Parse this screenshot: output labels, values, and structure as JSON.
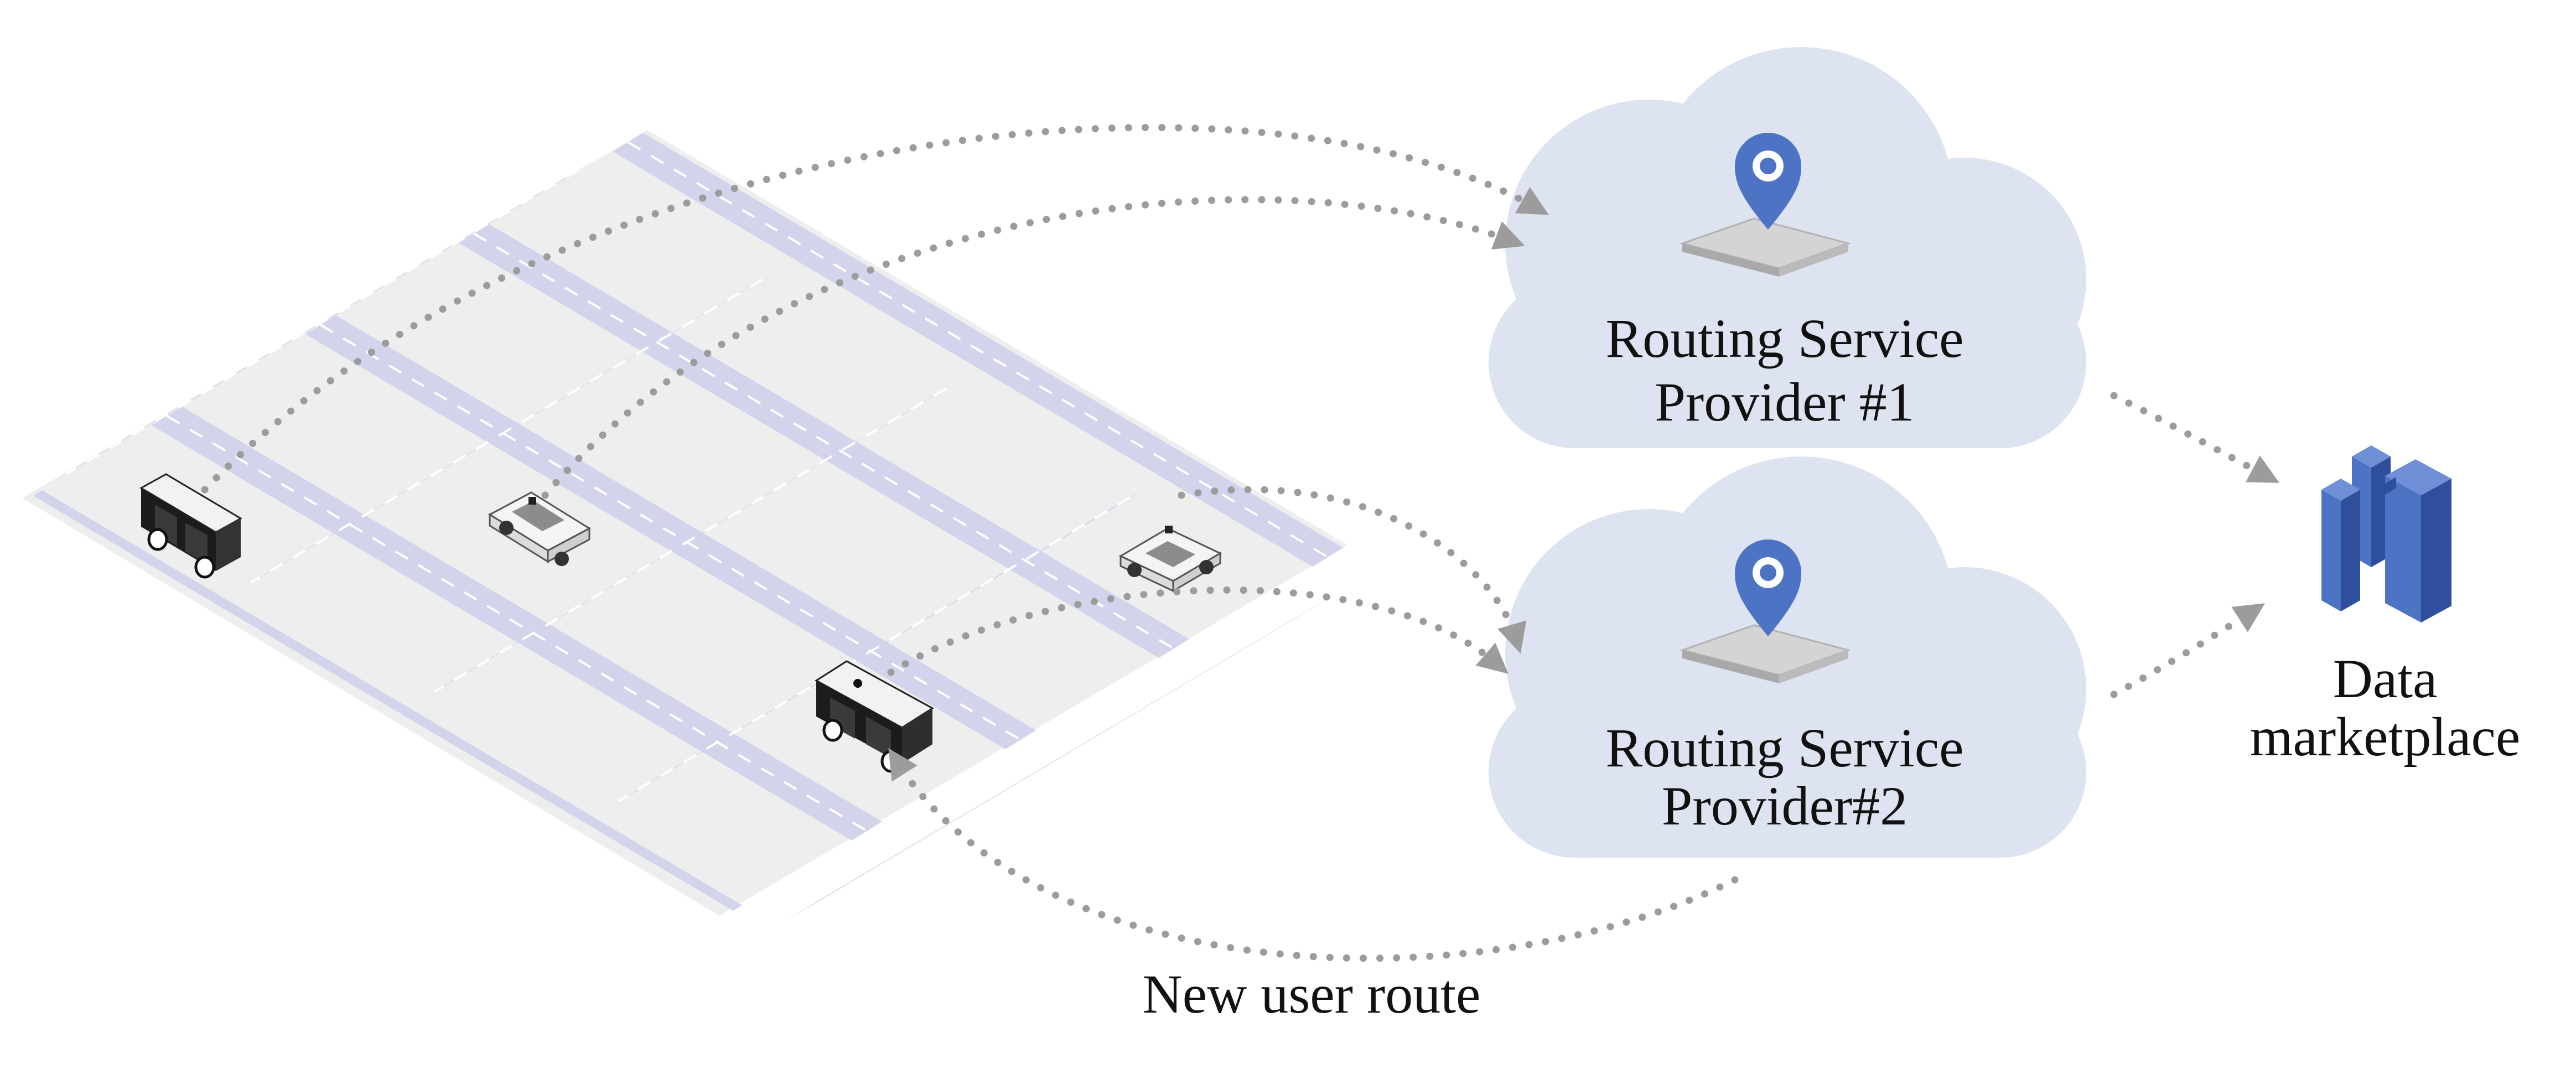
{
  "providers": [
    {
      "label_line1": "Routing Service",
      "label_line2": "Provider #1"
    },
    {
      "label_line1": "Routing Service",
      "label_line2": "Provider#2"
    }
  ],
  "marketplace": {
    "label_line1": "Data",
    "label_line2": "marketplace"
  },
  "route_label": "New user route",
  "icons": {
    "provider_icon": "map-pin-icon",
    "marketplace_icon": "data-blocks-icon",
    "vehicles": [
      "bus-icon",
      "car-icon",
      "car-icon",
      "bus-icon"
    ]
  },
  "colors": {
    "road": "#d2d4ec",
    "block": "#eeeeee",
    "cloud": "#dde3f0",
    "pin": "#4c73c4",
    "marketplace": "#3f63b8",
    "dotted_arrow": "#9c9c9c"
  }
}
